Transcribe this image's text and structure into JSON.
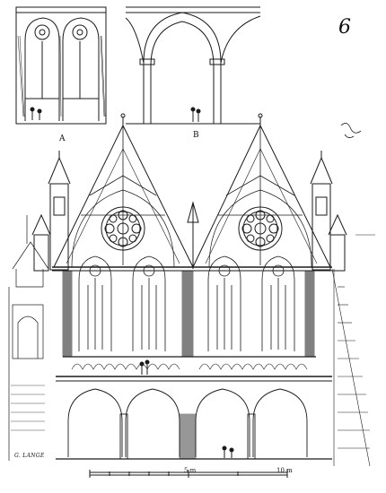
{
  "plate": {
    "number": "6",
    "figure_a_label": "A",
    "figure_b_label": "B",
    "signature": "G. LANGE",
    "scale_labels": {
      "mid": "5 m",
      "end": "10 m"
    },
    "ink_color": "#1a1a1a",
    "paper_color": "#ffffff"
  }
}
